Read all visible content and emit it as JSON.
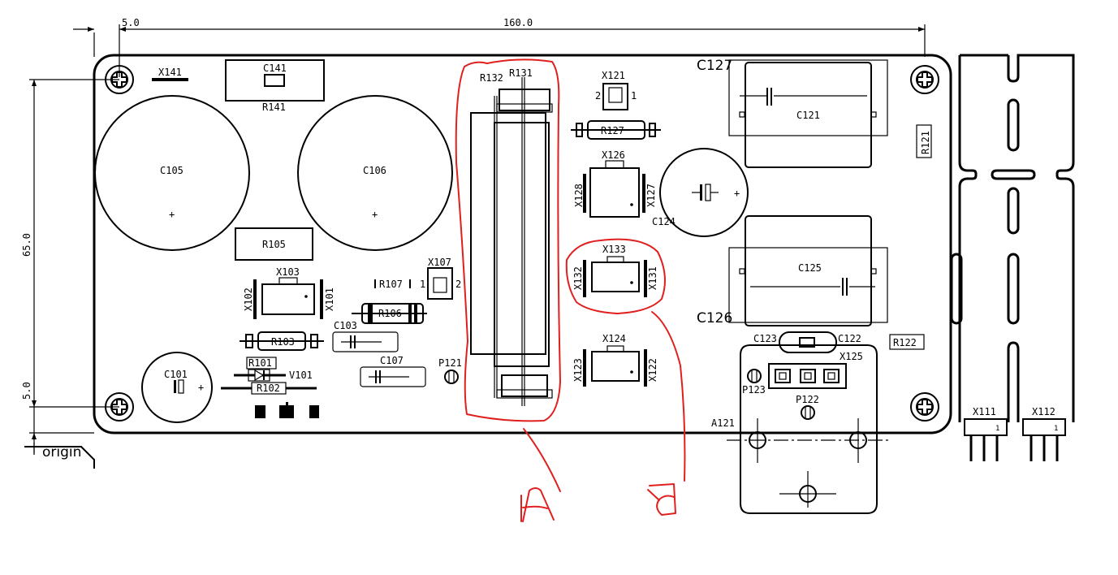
{
  "dimensions": {
    "width": "160.0",
    "offset": "5.0",
    "height": "65.0",
    "origin_offset": "5.0",
    "origin_label": "origin"
  },
  "labels": {
    "x141": "X141",
    "c141": "C141",
    "r141": "R141",
    "c105": "C105",
    "c106": "C106",
    "r105": "R105",
    "x103": "X103",
    "x102": "X102",
    "x101": "X101",
    "x107": "X107",
    "pin1a": "1",
    "pin2a": "2",
    "r107": "R107",
    "r106": "R106",
    "r103": "R103",
    "c103": "C103",
    "c107": "C107",
    "c101": "C101",
    "r101": "R101",
    "v101": "V101",
    "r102": "R102",
    "p121": "P121",
    "r132": "R132",
    "r131": "R131",
    "x121": "X121",
    "pin2b": "2",
    "pin1b": "1",
    "r127": "R127",
    "x126": "X126",
    "x128": "X128",
    "x127": "X127",
    "c124": "C124",
    "x133": "X133",
    "x132": "X132",
    "x131": "X131",
    "x124": "X124",
    "x123": "X123",
    "x122": "X122",
    "c127": "C127",
    "c121": "C121",
    "r121": "R121",
    "c125": "C125",
    "c126": "C126",
    "c123": "C123",
    "c122": "C122",
    "r122": "R122",
    "x125": "X125",
    "p123": "P123",
    "p122": "P122",
    "a121": "A121",
    "x111": "X111",
    "x112": "X112",
    "pin1c": "1",
    "pin1d": "1"
  },
  "annotations": {
    "mark_a": "A",
    "mark_b": "B"
  },
  "colors": {
    "ink": "#000000",
    "annotation": "#e0201e",
    "background": "#ffffff"
  }
}
